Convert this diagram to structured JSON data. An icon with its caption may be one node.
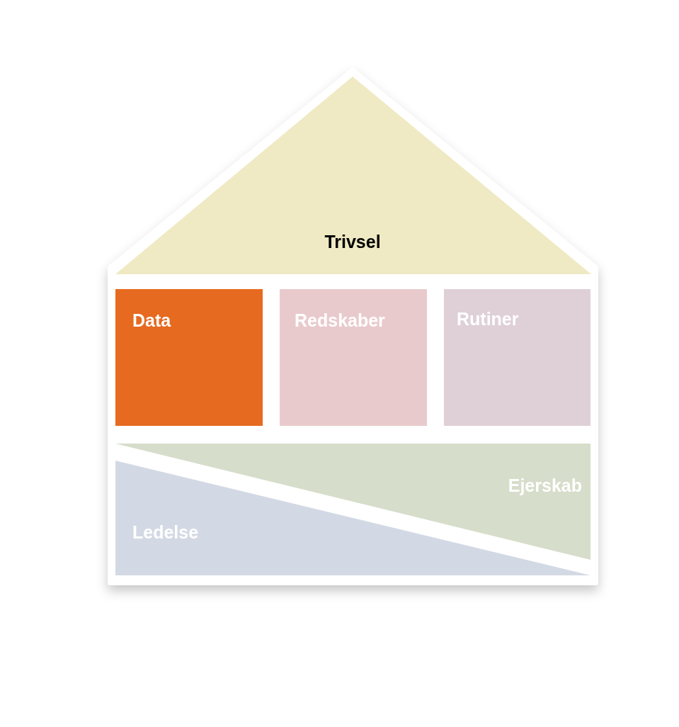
{
  "diagram": {
    "nodes": [
      {
        "text": [
          "Trivsel"
        ]
      },
      {
        "text": [
          "Data"
        ]
      },
      {
        "text": [
          "Redskaber"
        ]
      },
      {
        "text": [
          "Rutiner"
        ]
      },
      {
        "text": [
          "Ejerskab"
        ]
      },
      {
        "text": [
          "Ledelse"
        ]
      }
    ]
  }
}
